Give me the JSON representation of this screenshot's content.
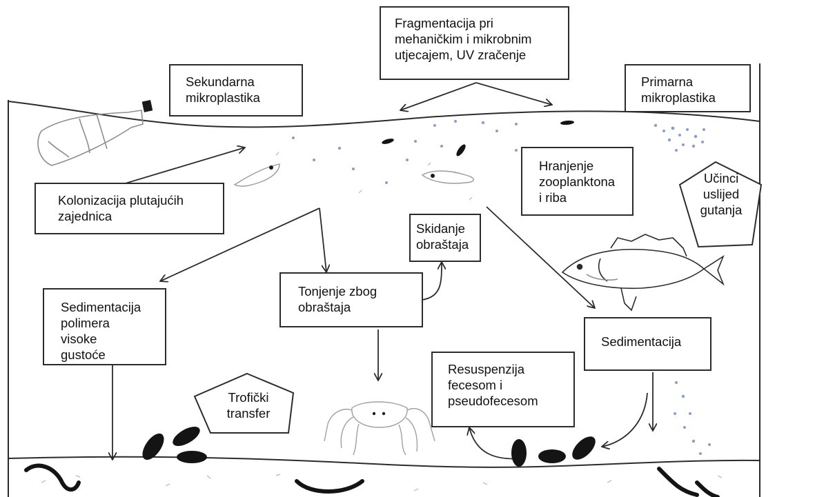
{
  "nodes": {
    "fragmentacija": "Fragmentacija pri\nmehaničkim i mikrobnim\nutjecajem, UV zračenje",
    "sekundarna": "Sekundarna\nmikroplastika",
    "primarna": "Primarna\nmikroplastika",
    "kolonizacija": "Kolonizacija plutajućih\nzajednica",
    "hranjenje": "Hranjenje\nzooplanktona\ni riba",
    "ucinci": "Učinci\nuslijed\ngutanja",
    "skidanje": "Skidanje\nobraštaja",
    "tonjenje": "Tonjenje zbog\nobraštaja",
    "sedimentacija_polimera": "Sedimentacija\npolimera visoke\ngustoće",
    "sedimentacija": "Sedimentacija",
    "resuspenzija": "Resuspenzija\nfecesom i\npseudofecesom",
    "troficki": "Trofički\ntransfer"
  },
  "colors": {
    "line": "#2b2b2b",
    "organism_fill": "#141414",
    "particle": "#8a9fc4",
    "sketch": "#9a9a9a"
  },
  "icons": [
    "plastic-bottle-icon",
    "fish-icon",
    "crab-icon",
    "shrimp-icon",
    "worm-icon",
    "mussel-icon"
  ]
}
